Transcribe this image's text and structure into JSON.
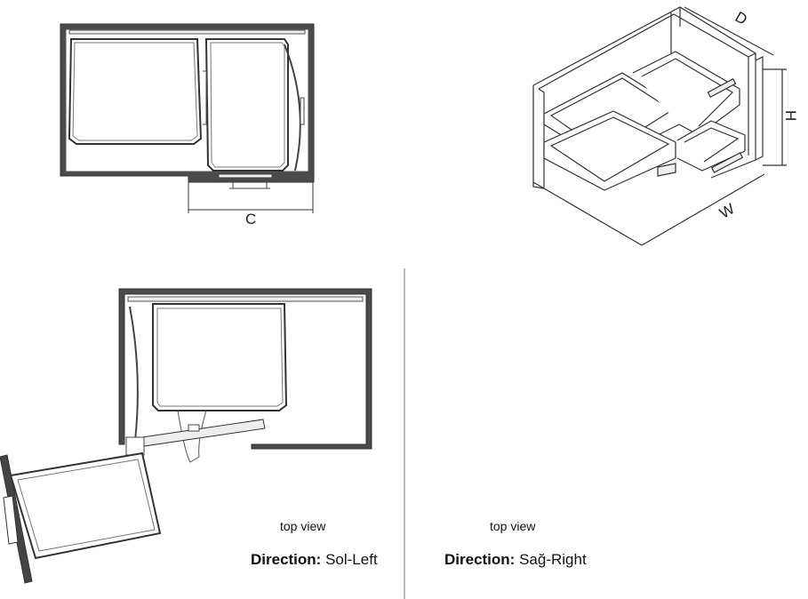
{
  "dimensions": {
    "c": "C",
    "d": "D",
    "h": "H",
    "w": "W"
  },
  "left_panel": {
    "view_label": "top view",
    "direction_label": "Direction:",
    "direction_value": "Sol-Left"
  },
  "right_panel": {
    "view_label": "top view",
    "direction_label": "Direction:",
    "direction_value": "Sağ-Right"
  },
  "colors": {
    "cabinet_wall": "#4a4a4a",
    "line": "#333333",
    "accent": "#8a8a8a"
  }
}
